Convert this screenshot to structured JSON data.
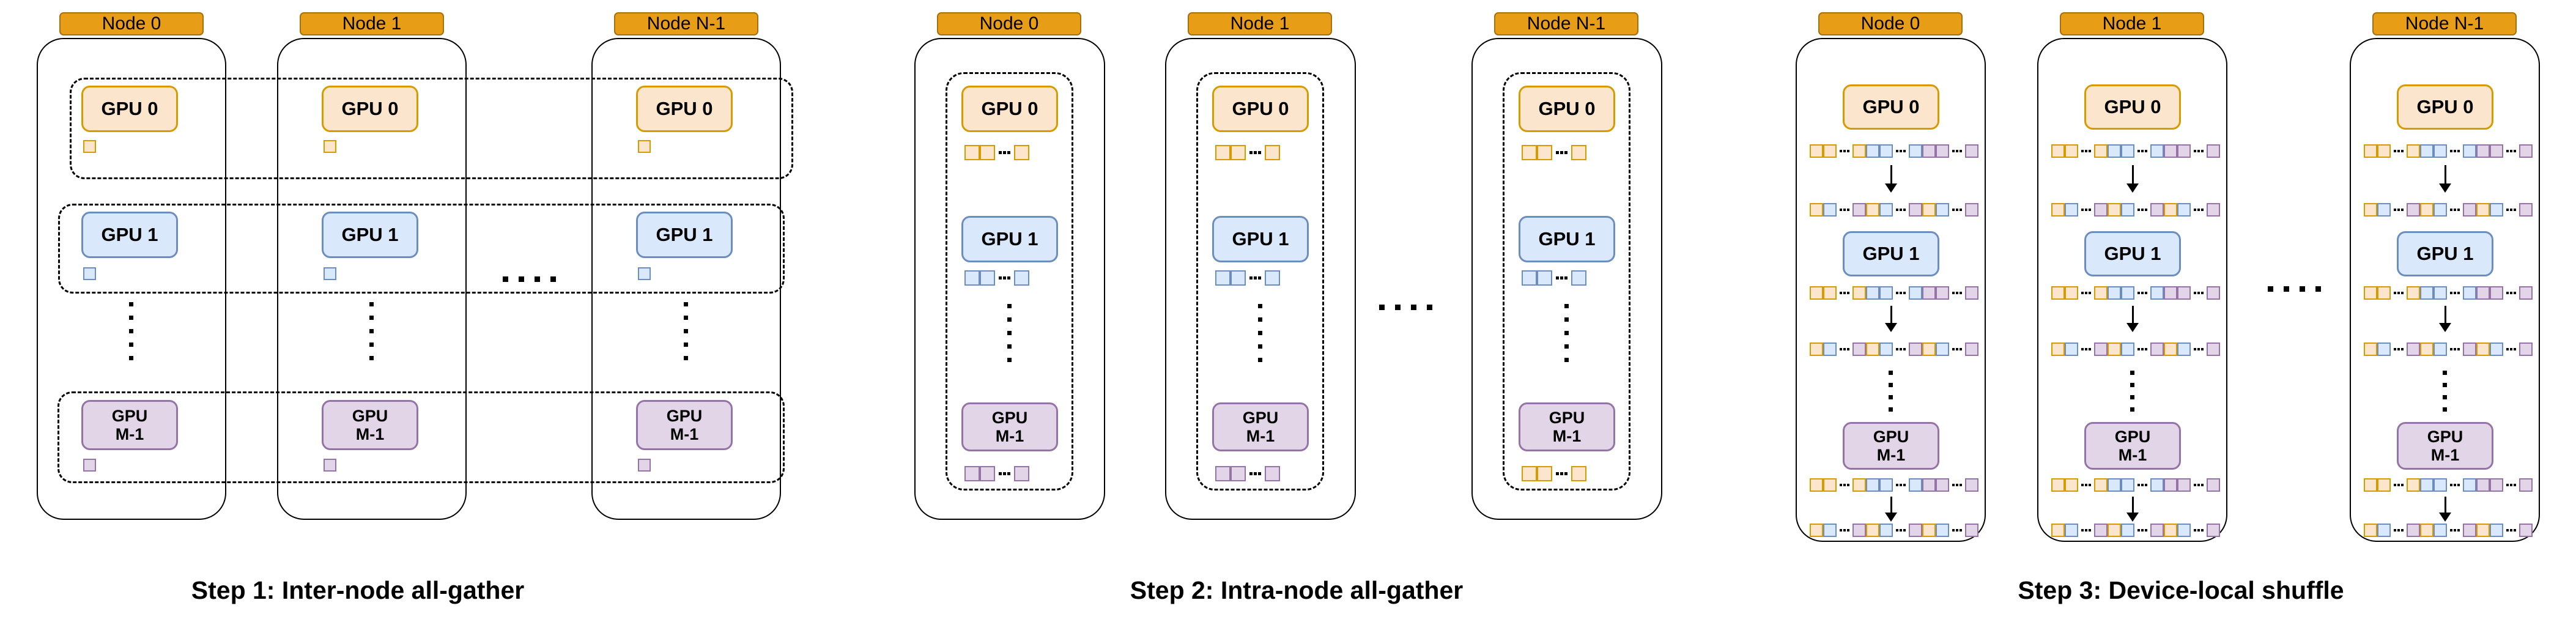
{
  "figure": {
    "captions": {
      "step1": "Step 1: Inter-node all-gather",
      "step2": "Step 2: Intra-node all-gather",
      "step3": "Step 3: Device-local shuffle"
    },
    "node_labels": {
      "node0": "Node 0",
      "node1": "Node 1",
      "nodeN": "Node N-1"
    },
    "gpu_labels": {
      "gpu0": "GPU 0",
      "gpu1": "GPU 1",
      "gpum_line1": "GPU",
      "gpum_line2": "M-1"
    },
    "colors": {
      "node_header_fill": "#E89D16",
      "node_header_border": "#A6700B",
      "orange_fill": "#FCE5CD",
      "orange_border": "#D79B00",
      "blue_fill": "#DAE8FC",
      "blue_border": "#6C8EBF",
      "purple_fill": "#E1D5E7",
      "purple_border": "#9673A6",
      "outline": "#000000"
    },
    "panel1_shards": {
      "gpu0": "orange",
      "gpu1": "blue",
      "gpum": "purple"
    },
    "panel2_shards": {
      "node0": {
        "gpu0": "orange",
        "gpu1": "blue",
        "gpum": "purple"
      },
      "node1": {
        "gpu0": "orange",
        "gpu1": "blue",
        "gpum": "purple"
      },
      "nodeN": {
        "gpu0": "orange",
        "gpu1": "blue",
        "gpum": "orange"
      }
    },
    "panel3_rows": {
      "before": [
        [
          "orange",
          "orange"
        ],
        [
          "orange",
          "blue",
          "blue"
        ],
        [
          "blue",
          "purple",
          "purple"
        ],
        [
          "purple"
        ]
      ],
      "after": [
        [
          "orange",
          "blue"
        ],
        [
          "purple",
          "orange",
          "blue"
        ],
        [
          "purple",
          "orange",
          "blue"
        ],
        [
          "purple"
        ]
      ]
    }
  }
}
